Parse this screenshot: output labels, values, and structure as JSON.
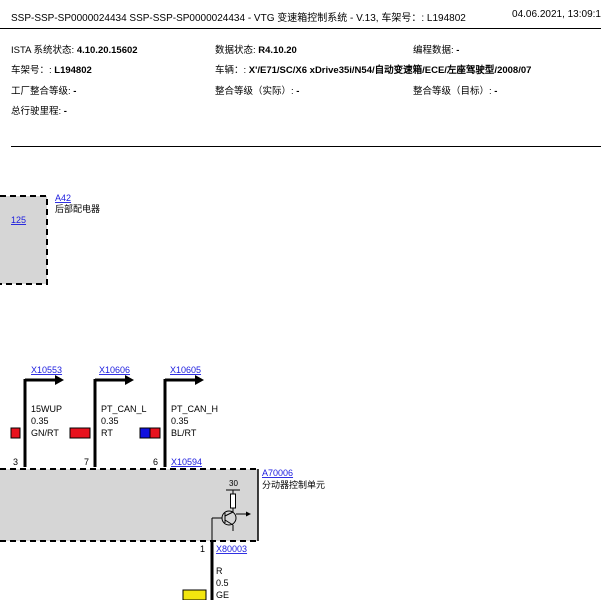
{
  "header": {
    "title": "SSP-SSP-SP0000024434 SSP-SSP-SP0000024434 - VTG 变速箱控制系统 - V.13, 车架号：: L194802",
    "date": "04.06.2021, 13:09:1"
  },
  "info": {
    "ista_label": "ISTA 系统状态: ",
    "ista_value": "4.10.20.15602",
    "data_label": "数据状态: ",
    "data_value": "R4.10.20",
    "prog_label": "编程数据: ",
    "prog_value": "-",
    "vin_label": "车架号：: ",
    "vin_value": "L194802",
    "vehicle_label": "车辆：: ",
    "vehicle_value": "X'/E71/SC/X6 xDrive35i/N54/自动变速箱/ECE/左座驾驶型/2008/07",
    "factory_label": "工厂整合等级: ",
    "factory_value": "-",
    "actual_label": "整合等级（实际）: ",
    "actual_value": "-",
    "target_label": "整合等级（目标）: ",
    "target_value": "-",
    "mileage_label": "总行驶里程: ",
    "mileage_value": "-"
  },
  "diagram": {
    "a42": {
      "id": "A42",
      "name": "后部配电器",
      "pin_ref": "125"
    },
    "connectors": [
      {
        "id": "X10553",
        "signal": "15WUP",
        "size": "0.35",
        "color_code": "GN/RT",
        "pin": "3"
      },
      {
        "id": "X10606",
        "signal": "PT_CAN_L",
        "size": "0.35",
        "color_code": "RT",
        "pin": "7"
      },
      {
        "id": "X10605",
        "signal": "PT_CAN_H",
        "size": "0.35",
        "color_code": "BL/RT",
        "pin": "6"
      }
    ],
    "x10594": "X10594",
    "a70006": {
      "id": "A70006",
      "name": "分动器控制单元",
      "supply": "30"
    },
    "bottom": {
      "pin": "1",
      "id": "X80003",
      "color": "R",
      "size": "0.5",
      "color_code": "GE"
    }
  },
  "colors": {
    "link": "#1a1adf",
    "box_fill": "#d6d6d6",
    "red": "#e8121e",
    "blue": "#1010e0",
    "yellow": "#f2e60f"
  }
}
